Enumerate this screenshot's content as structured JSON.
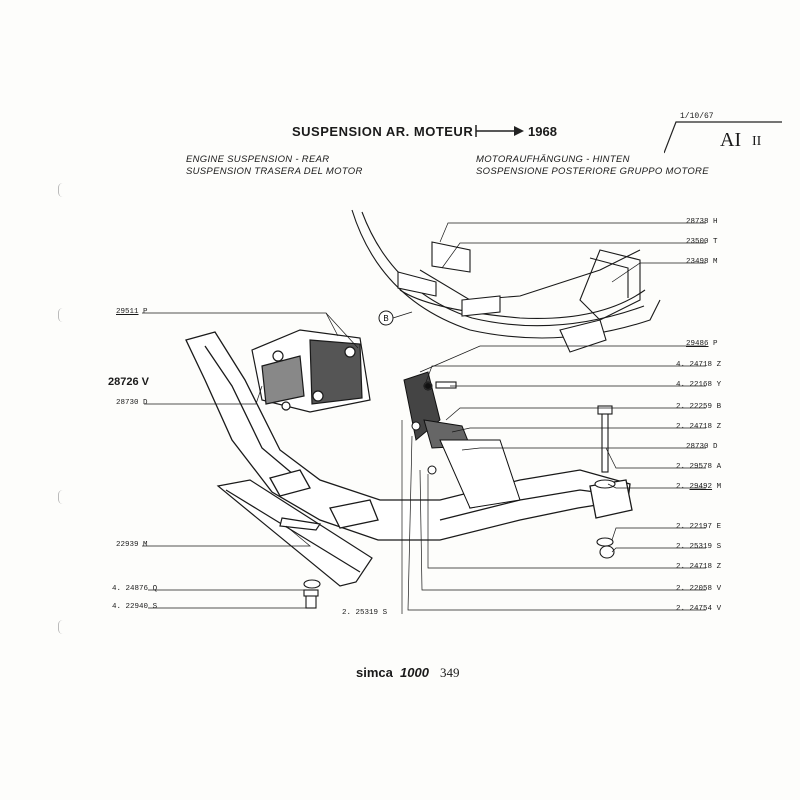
{
  "header": {
    "title": "SUSPENSION AR. MOTEUR",
    "year": "1968",
    "date": "1/10/67",
    "sheet": "AI",
    "sheet_sub": "II"
  },
  "subtitles": {
    "left": [
      "ENGINE SUSPENSION - REAR",
      "SUSPENSION TRASERA DEL MOTOR"
    ],
    "right": [
      "MOTORAUFHÄNGUNG - HINTEN",
      "SOSPENSIONE POSTERIORE GRUPPO MOTORE"
    ]
  },
  "callout": "B",
  "parts_right": [
    {
      "prefix": "",
      "number": "28738",
      "code": "H"
    },
    {
      "prefix": "",
      "number": "23500",
      "code": "T"
    },
    {
      "prefix": "",
      "number": "23498",
      "code": "M"
    },
    {
      "prefix": "",
      "number": "29486",
      "code": "P"
    },
    {
      "prefix": "4.",
      "number": "24718",
      "code": "Z"
    },
    {
      "prefix": "4.",
      "number": "22168",
      "code": "Y"
    },
    {
      "prefix": "2.",
      "number": "22259",
      "code": "B"
    },
    {
      "prefix": "2.",
      "number": "24718",
      "code": "Z"
    },
    {
      "prefix": "",
      "number": "28730",
      "code": "D"
    },
    {
      "prefix": "2.",
      "number": "29578",
      "code": "A"
    },
    {
      "prefix": "2.",
      "number": "29492",
      "code": "M"
    },
    {
      "prefix": "2.",
      "number": "22197",
      "code": "E"
    },
    {
      "prefix": "2.",
      "number": "25319",
      "code": "S"
    },
    {
      "prefix": "2.",
      "number": "24718",
      "code": "Z"
    },
    {
      "prefix": "2.",
      "number": "22058",
      "code": "V"
    },
    {
      "prefix": "2.",
      "number": "24754",
      "code": "V"
    }
  ],
  "parts_left": [
    {
      "prefix": "",
      "number": "29511",
      "code": "P"
    },
    {
      "prefix": "",
      "number": "28726",
      "code": "V"
    },
    {
      "prefix": "",
      "number": "28730",
      "code": "D"
    },
    {
      "prefix": "",
      "number": "22939",
      "code": "M"
    },
    {
      "prefix": "4.",
      "number": "24876",
      "code": "Q"
    },
    {
      "prefix": "4.",
      "number": "22940",
      "code": "S"
    }
  ],
  "part_bottom": {
    "prefix": "2.",
    "number": "25319",
    "code": "S"
  },
  "footer": {
    "brand": "simca",
    "model": "1000",
    "page": "349"
  }
}
